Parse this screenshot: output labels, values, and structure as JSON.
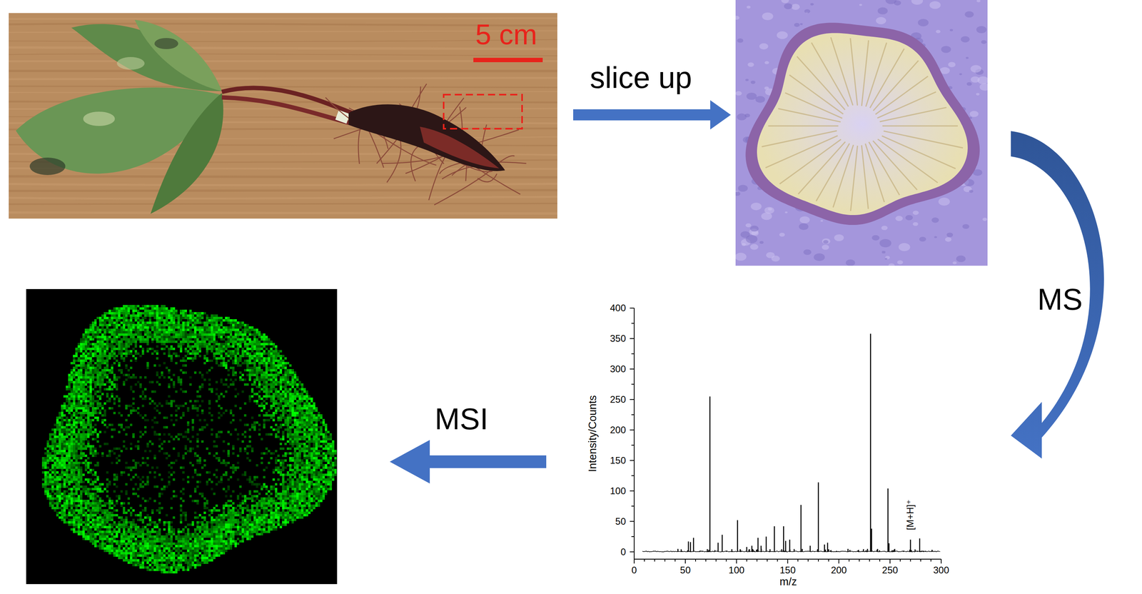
{
  "diagram": {
    "labels": [
      "5 cm",
      "slice up",
      "MS",
      "MSI",
      "400",
      "350",
      "300",
      "250",
      "200",
      "150",
      "100",
      "50",
      "0",
      "Intensity/Counts",
      "0",
      "50",
      "100",
      "150",
      "200",
      "250",
      "300",
      "m/z",
      "[M+H]⁺"
    ]
  }
}
